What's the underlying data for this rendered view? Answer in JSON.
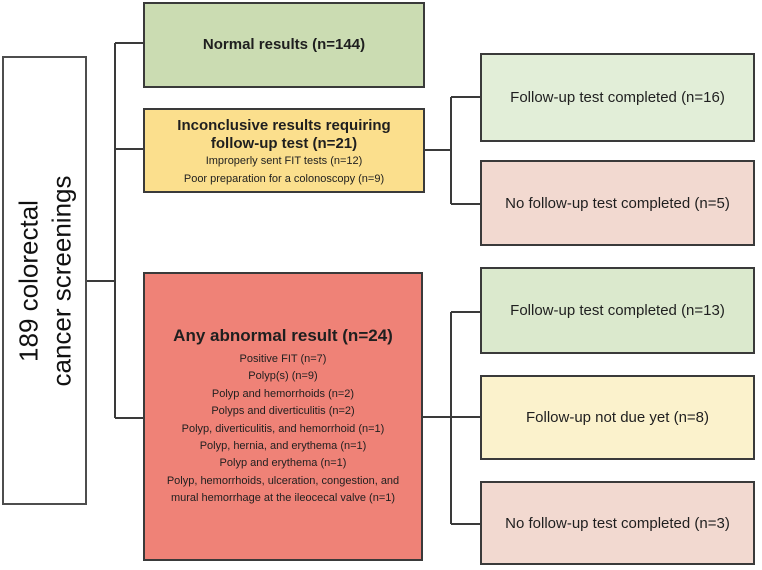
{
  "diagram": {
    "root": {
      "line1": "189 colorectal",
      "line2": "cancer screenings"
    },
    "level1": [
      {
        "id": "normal-results",
        "title": "Normal results (n=144)",
        "color": "#cbdcb2",
        "items": []
      },
      {
        "id": "inconclusive-results",
        "title": "Inconclusive results requiring follow-up test (n=21)",
        "color": "#fbdf8d",
        "items": [
          "Improperly sent FIT tests (n=12)",
          "Poor preparation for a colonoscopy (n=9)"
        ]
      },
      {
        "id": "abnormal-results",
        "title": "Any abnormal result (n=24)",
        "color": "#ef8277",
        "items": [
          "Positive FIT (n=7)",
          "Polyp(s) (n=9)",
          "Polyp and hemorrhoids (n=2)",
          "Polyps and diverticulitis (n=2)",
          "Polyp, diverticulitis, and hemorrhoid (n=1)",
          "Polyp, hernia, and erythema (n=1)",
          "Polyp and erythema (n=1)",
          "Polyp, hemorrhoids, ulceration, congestion, and mural hemorrhage at the ileocecal valve (n=1)"
        ]
      }
    ],
    "level2": [
      {
        "id": "followup-completed-16",
        "label": "Follow-up test completed (n=16)",
        "color": "#e2eed8"
      },
      {
        "id": "no-followup-5",
        "label": "No follow-up test completed (n=5)",
        "color": "#f2d9d0"
      },
      {
        "id": "followup-completed-13",
        "label": "Follow-up test completed (n=13)",
        "color": "#dbe9cd"
      },
      {
        "id": "followup-not-due-8",
        "label": "Follow-up not due yet (n=8)",
        "color": "#fbf2cc"
      },
      {
        "id": "no-followup-3",
        "label": "No follow-up test completed (n=3)",
        "color": "#f2d9d0"
      }
    ],
    "line_color": "#3a3a3a"
  }
}
